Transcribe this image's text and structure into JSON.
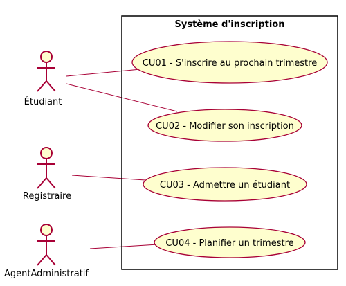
{
  "diagram": {
    "system": {
      "title": "Système d'inscription"
    },
    "actors": [
      {
        "id": "etudiant",
        "name": "Étudiant"
      },
      {
        "id": "registraire",
        "name": "Registraire"
      },
      {
        "id": "agent",
        "name": "AgentAdministratif"
      }
    ],
    "use_cases": [
      {
        "id": "cu01",
        "label": "CU01 - S'inscrire au prochain trimestre"
      },
      {
        "id": "cu02",
        "label": "CU02 - Modifier son inscription"
      },
      {
        "id": "cu03",
        "label": "CU03 - Admettre un étudiant"
      },
      {
        "id": "cu04",
        "label": "CU04 - Planifier un trimestre"
      }
    ],
    "associations": [
      {
        "from": "etudiant",
        "to": "cu01"
      },
      {
        "from": "etudiant",
        "to": "cu02"
      },
      {
        "from": "registraire",
        "to": "cu03"
      },
      {
        "from": "agent",
        "to": "cu04"
      }
    ],
    "colors": {
      "actor_stroke": "#A80036",
      "actor_fill": "#FEFECE",
      "usecase_fill": "#FEFECE",
      "usecase_stroke": "#A80036",
      "line": "#A80036",
      "boundary": "#000000"
    }
  }
}
